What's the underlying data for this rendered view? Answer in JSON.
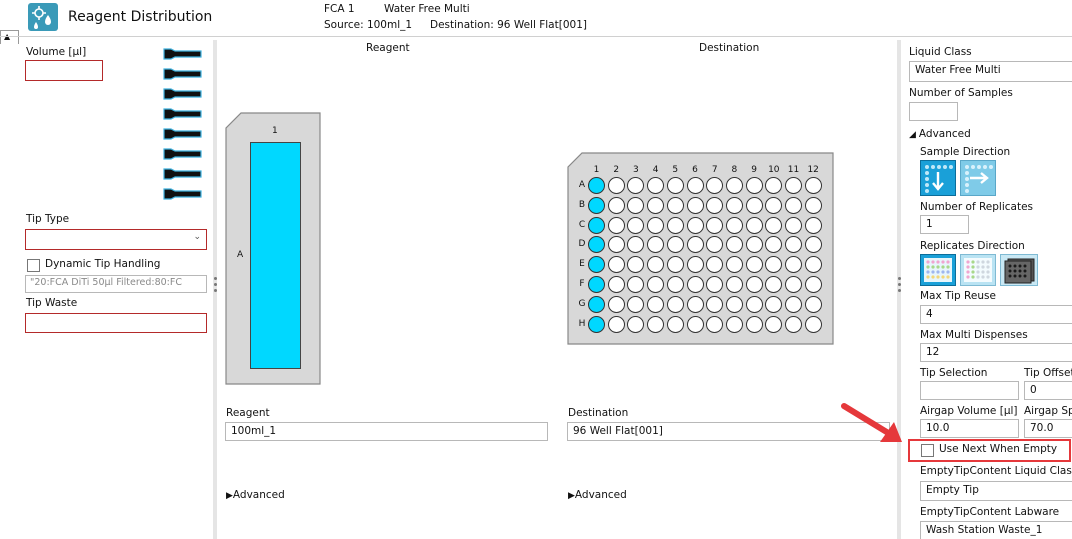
{
  "header": {
    "title": "Reagent Distribution",
    "fca": "FCA 1",
    "liquid_class": "Water Free Multi",
    "source": "Source: 100ml_1",
    "destination": "Destination: 96 Well Flat[001]"
  },
  "left_panel": {
    "volume_label": "Volume [µl]",
    "volume_value": "",
    "tip_type_label": "Tip Type",
    "tip_type_value": "",
    "dynamic_tip_label": "Dynamic Tip Handling",
    "dynamic_tip_checked": false,
    "dynamic_tip_value": "\"20:FCA DiTi 50µl Filtered:80:FC",
    "tip_waste_label": "Tip Waste",
    "tip_waste_value": "",
    "tip_count": 8
  },
  "center": {
    "reagent_header": "Reagent",
    "destination_header": "Destination",
    "trough_column_label": "1",
    "trough_row_label": "A",
    "plate_columns": [
      "1",
      "2",
      "3",
      "4",
      "5",
      "6",
      "7",
      "8",
      "9",
      "10",
      "11",
      "12"
    ],
    "plate_rows": [
      "A",
      "B",
      "C",
      "D",
      "E",
      "F",
      "G",
      "H"
    ],
    "selected_column_index": 0,
    "reagent_label": "Reagent",
    "reagent_value": "100ml_1",
    "destination_label": "Destination",
    "destination_value": "96 Well Flat[001]",
    "advanced_left": "Advanced",
    "advanced_right": "Advanced",
    "accent_color": "#00d8ff"
  },
  "right_panel": {
    "liquid_class_label": "Liquid Class",
    "liquid_class_value": "Water Free Multi",
    "num_samples_label": "Number of Samples",
    "num_samples_value": "",
    "advanced_label": "Advanced",
    "sample_direction_label": "Sample Direction",
    "num_replicates_label": "Number of Replicates",
    "num_replicates_value": "1",
    "replicates_direction_label": "Replicates Direction",
    "max_tip_reuse_label": "Max Tip Reuse",
    "max_tip_reuse_value": "4",
    "max_multi_dispenses_label": "Max Multi Dispenses",
    "max_multi_dispenses_value": "12",
    "tip_selection_label": "Tip Selection",
    "tip_selection_value": "",
    "tip_offset_label": "Tip Offset",
    "tip_offset_value": "0",
    "airgap_volume_label": "Airgap Volume [µl]",
    "airgap_volume_value": "10.0",
    "airgap_speed_label": "Airgap Sp",
    "airgap_speed_value": "70.0",
    "use_next_label": "Use Next When Empty",
    "use_next_checked": false,
    "empty_tip_lc_label": "EmptyTipContent Liquid Class",
    "empty_tip_lc_value": "Empty Tip",
    "empty_tip_labware_label": "EmptyTipContent Labware",
    "empty_tip_labware_value": "Wash Station Waste_1",
    "highlight_color": "#e5383b"
  }
}
